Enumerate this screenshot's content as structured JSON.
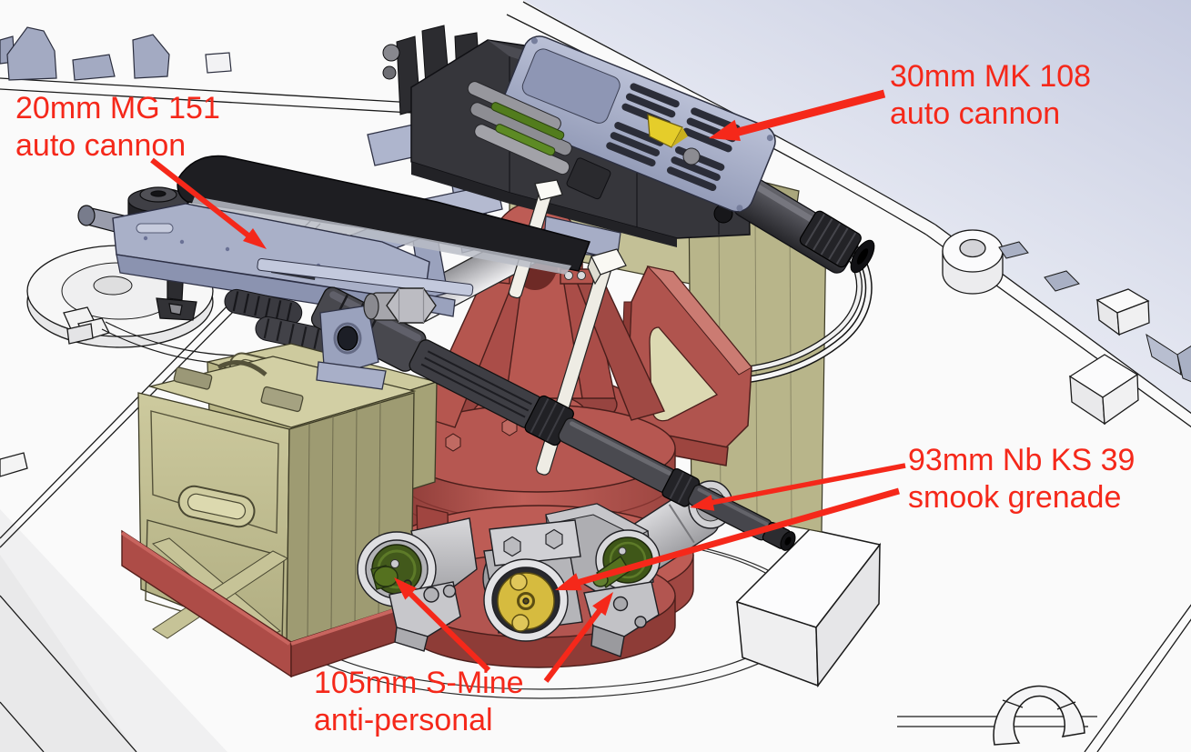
{
  "colors": {
    "annotation_red": "#f5281a",
    "turret_red": "#b5544f",
    "gun_dark_gray": "#36363b",
    "metal_lavender": "#a9b0c8",
    "ammo_olive": "#c5c296",
    "launcher_gray": "#bcbcc0",
    "grenade_green": "#42591b",
    "smine_yellow": "#d6bb3f",
    "deck_white": "#f6f6f6",
    "horizon_lavender": "#c6cbe0"
  },
  "annotations": [
    {
      "id": "mg151",
      "line1": "20mm MG 151",
      "line2": "auto cannon"
    },
    {
      "id": "mk108",
      "line1": "30mm MK 108",
      "line2": "auto cannon"
    },
    {
      "id": "nbks39",
      "line1": "93mm Nb KS 39",
      "line2": "smook grenade"
    },
    {
      "id": "smine",
      "line1": "105mm S-Mine",
      "line2": "anti-personal"
    }
  ]
}
